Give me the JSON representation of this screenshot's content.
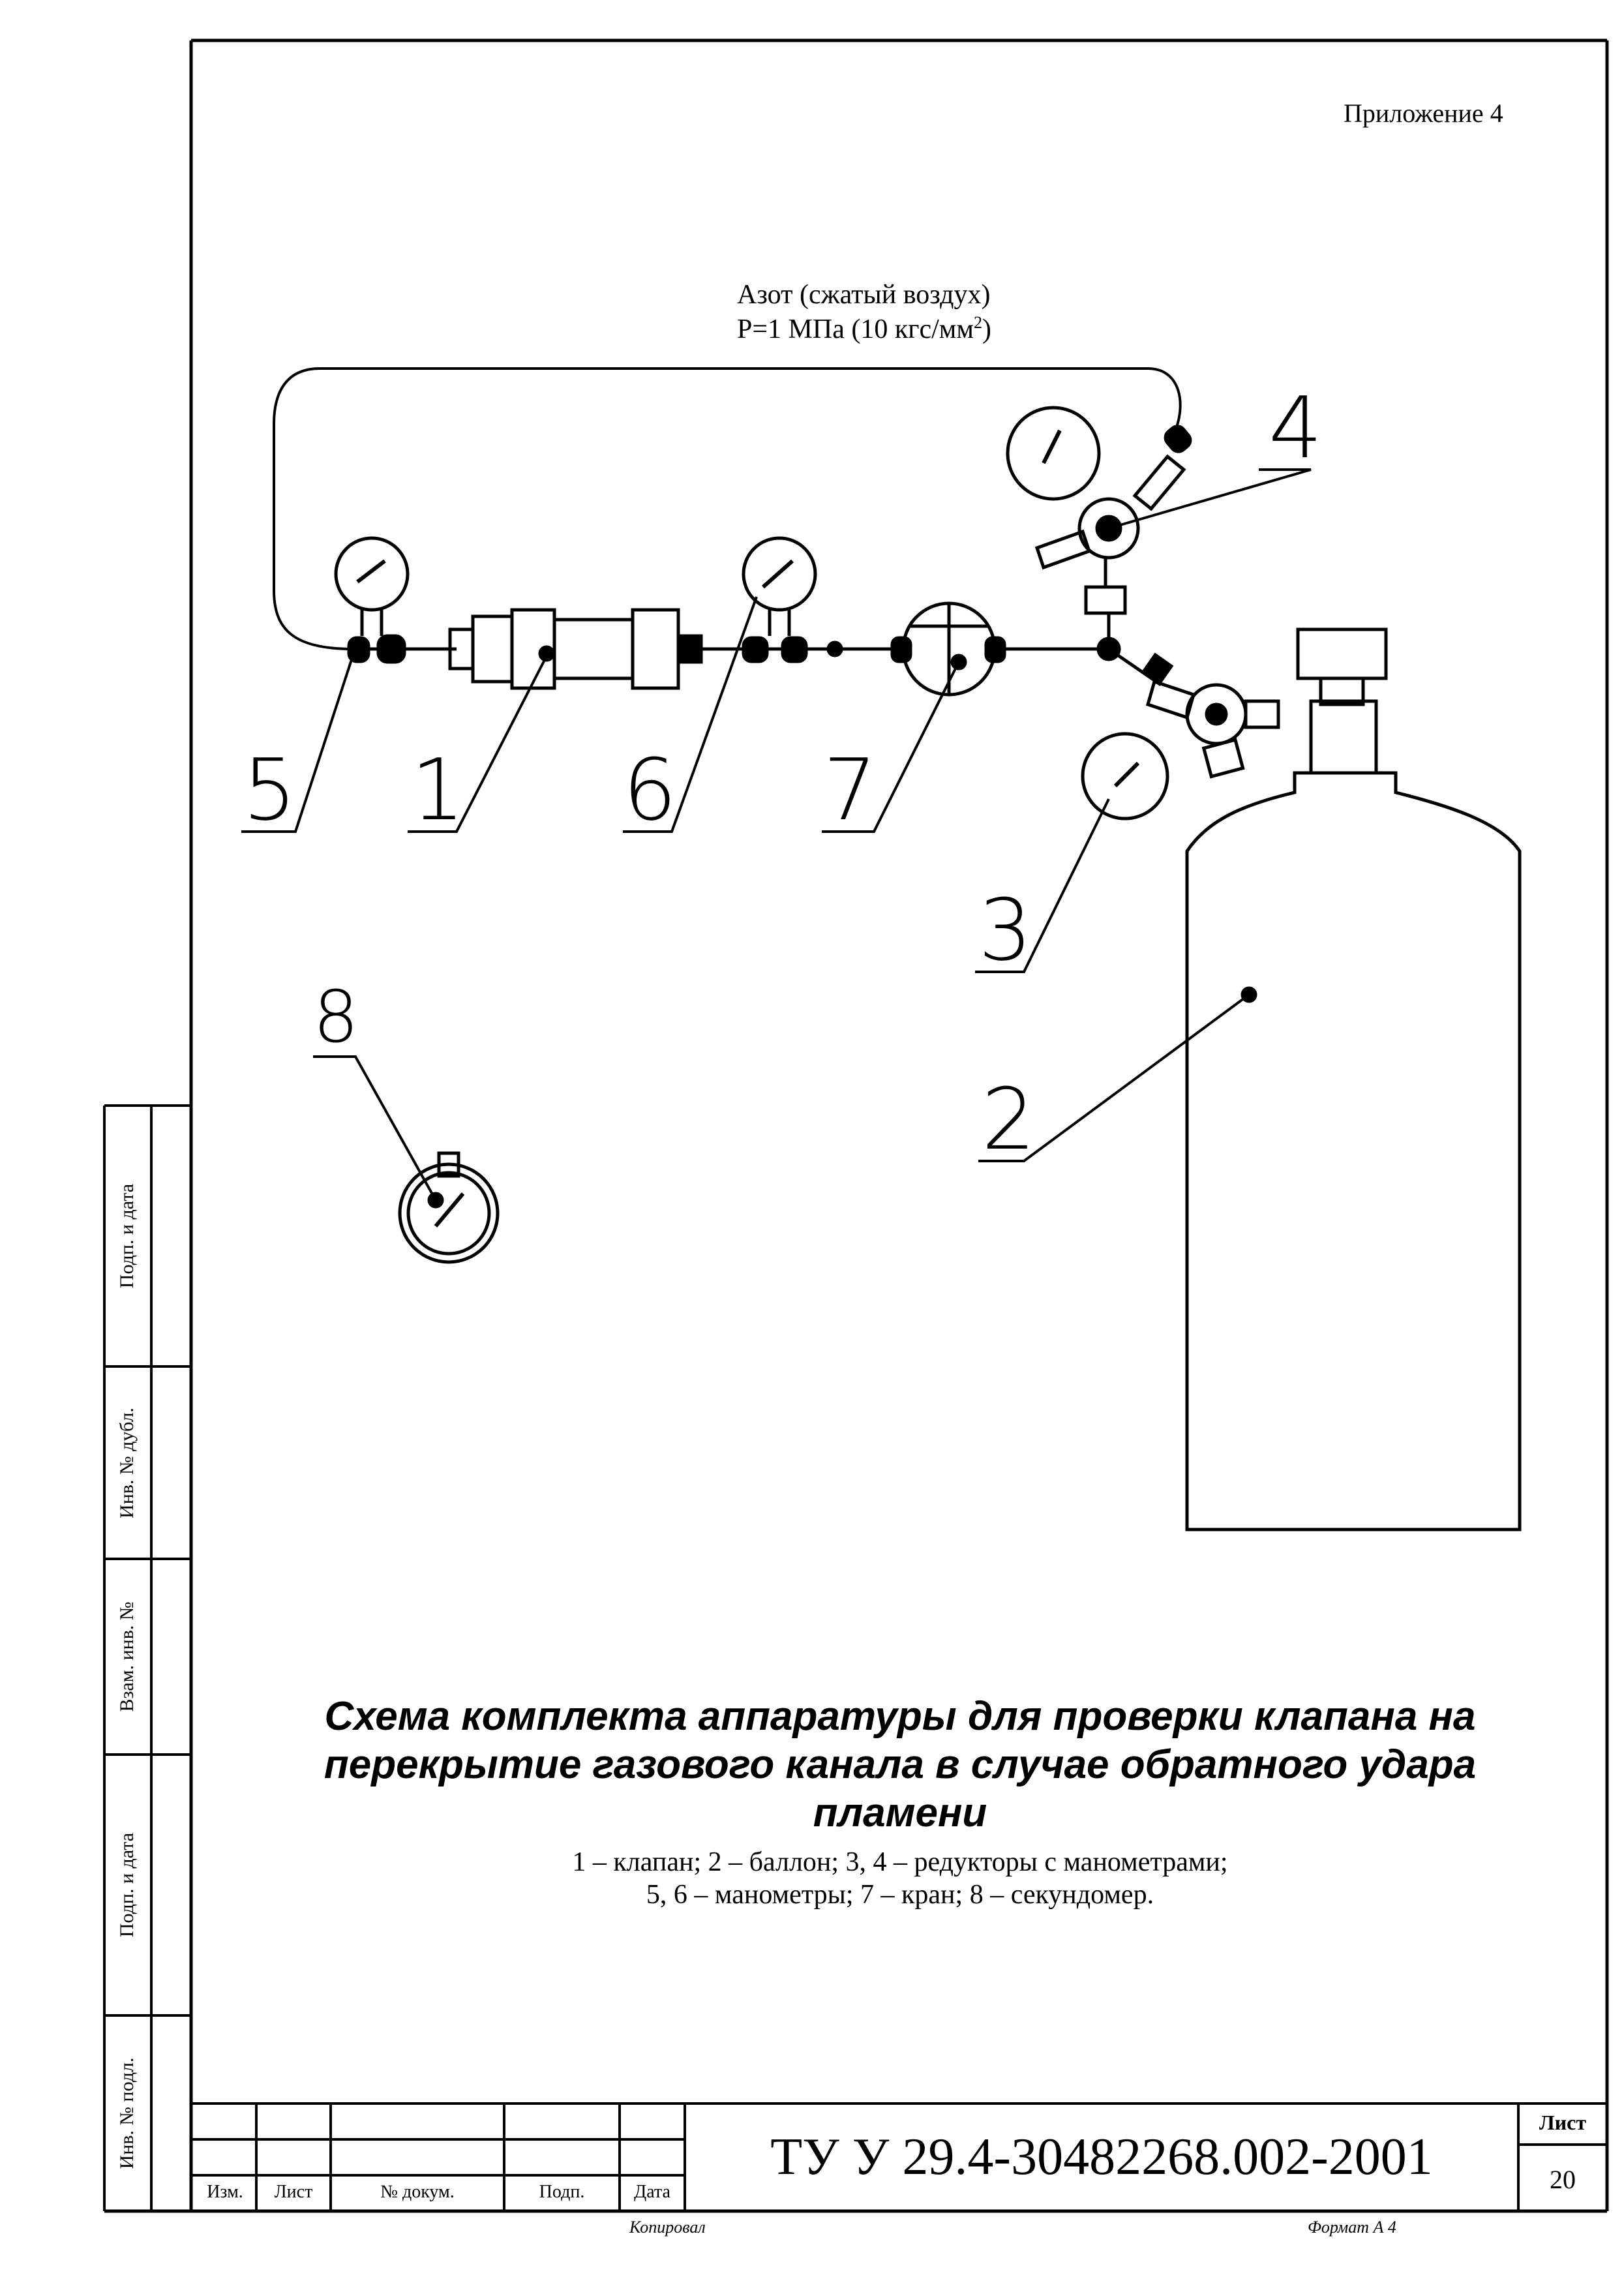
{
  "appendix_label": "Приложение 4",
  "supply": {
    "line1": "Азот (сжатый воздух)",
    "line2_prefix": "Р=1 МПа (10 кгс/мм",
    "line2_sup": "2",
    "line2_suffix": ")"
  },
  "callouts": [
    "1",
    "2",
    "3",
    "4",
    "5",
    "6",
    "7",
    "8"
  ],
  "caption": {
    "title_line1": "Схема комплекта аппаратуры для  проверки клапана на",
    "title_line2": "перекрытие газового канала в случае обратного удара",
    "title_line3": "пламени",
    "legend_line1": "1 – клапан; 2 – баллон; 3, 4 – редукторы с манометрами;",
    "legend_line2": "5, 6 – манометры; 7 – кран; 8 – секундомер."
  },
  "side_stamp": {
    "podp_data_top": "Подп.  и  дата",
    "inv_dubl": "Инв. № дубл.",
    "vzam_inv": "Взам. инв. №",
    "podp_data_bottom": "Подп.  и  дата",
    "inv_podl": "Инв. № подл."
  },
  "title_block": {
    "doc_number": "ТУ У 29.4-30482268.002-2001",
    "headers": {
      "izm": "Изм.",
      "list": "Лист",
      "doc": "№ докум.",
      "podp": "Подп.",
      "data": "Дата"
    },
    "sheet_label": "Лист",
    "sheet_number": "20"
  },
  "footer": {
    "copied": "Копировал",
    "format": "Формат А 4"
  }
}
